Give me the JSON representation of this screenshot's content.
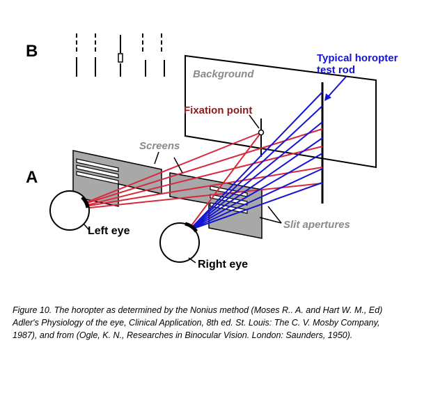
{
  "labels": {
    "panel_b": "B",
    "panel_a": "A",
    "background": "Background",
    "test_rod_line1": "Typical horopter",
    "test_rod_line2": "test rod",
    "fixation_point": "Fixation point",
    "screens": "Screens",
    "slit_apertures": "Slit apertures",
    "left_eye": "Left eye",
    "right_eye": "Right eye"
  },
  "caption": {
    "line1": "Figure 10. The horopter as determined by the Nonius method (Moses R.. A. and Hart W. M., Ed)",
    "line2": "Adler's Physiology of the eye, Clinical Application, 8th ed. St. Louis: The C. V. Mosby Company,",
    "line3": "1987), and from (Ogle, K. N., Researches in Binocular Vision. London: Saunders, 1950)."
  },
  "colors": {
    "red_rays": "#d8283c",
    "blue_rays": "#1414d2",
    "fixation_label": "#8b1a1a",
    "screen_fill": "#a8a8a8",
    "gray_label": "#8a8a8a"
  }
}
